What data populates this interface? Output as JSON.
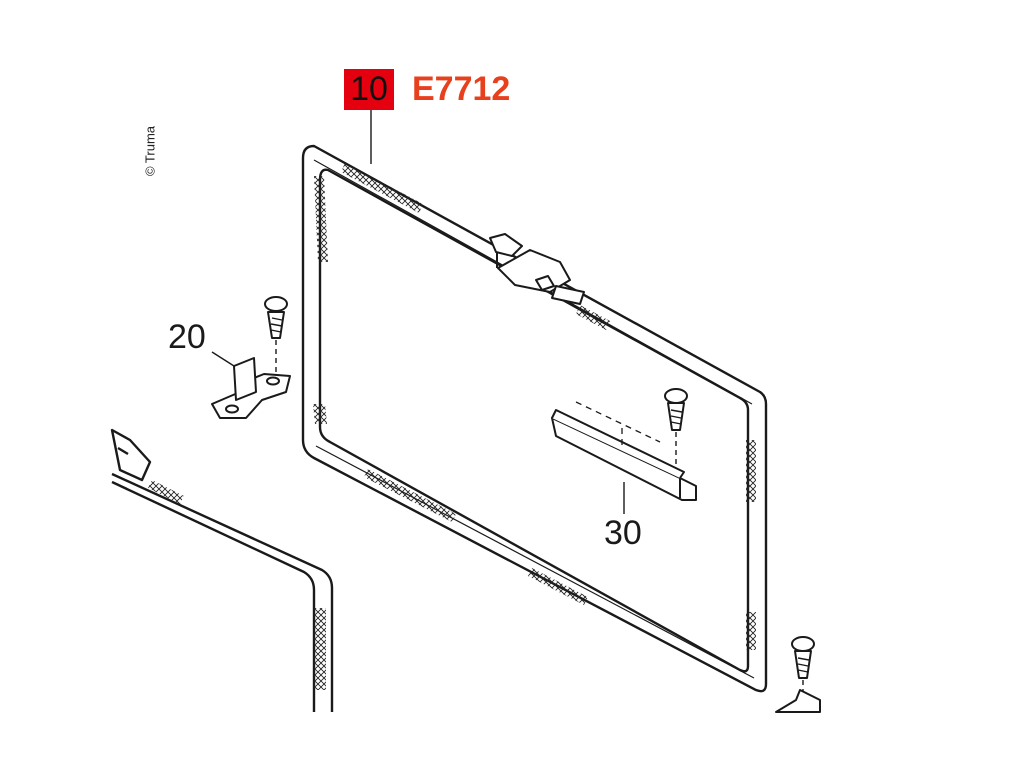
{
  "header": {
    "item_number": "10",
    "part_number": "E7712"
  },
  "callouts": {
    "bracket": "20",
    "rail": "30"
  },
  "copyright": "© Truma",
  "colors": {
    "badge_bg": "#e4000f",
    "part_number_text": "#e8401c",
    "line": "#1a1a1a"
  }
}
